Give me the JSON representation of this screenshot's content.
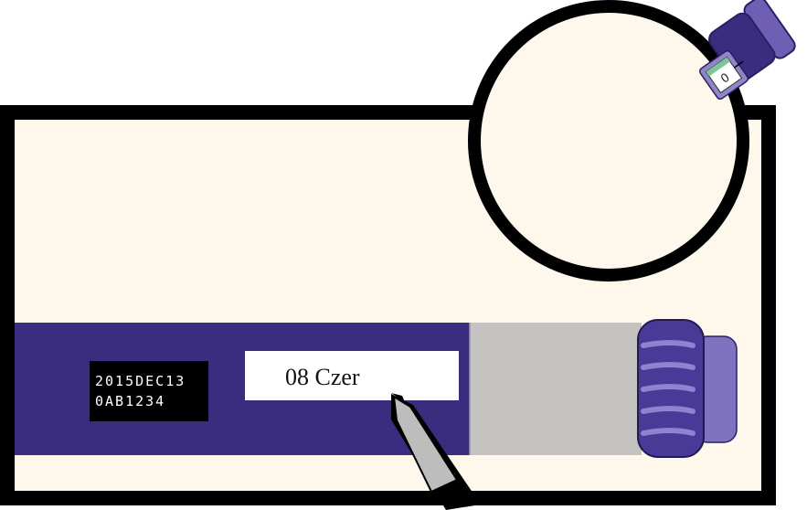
{
  "pen": {
    "lot_line_1": "2015DEC13",
    "lot_line_2": "0AB1234",
    "handwritten_label": "08 Czer",
    "dose_window_value": "0"
  },
  "colors": {
    "panel_background": "#fdf7ec",
    "frame": "#000000",
    "pen_body": "#3a2d80",
    "pen_cap_purple": "#5a46a4",
    "pen_grey_section": "#c4c3c1",
    "label_white": "#ffffff",
    "teal_band": "#19b0a6",
    "green_window": "#7cc79a"
  },
  "icons": [
    "marker-pen-icon",
    "insulin-pen-icon",
    "magnifier-circle-icon"
  ]
}
